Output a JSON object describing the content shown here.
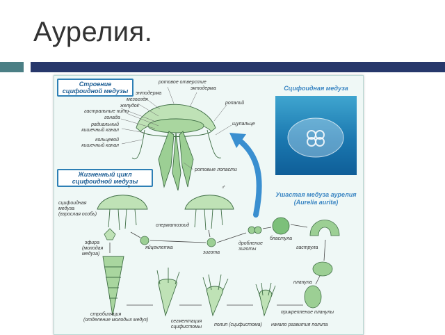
{
  "slide": {
    "title": "Аурелия."
  },
  "headers": {
    "structure": "Строение сцифоидной медузы",
    "life_cycle": "Жизненный цикл сцифоидной медузы"
  },
  "photo": {
    "title": "Сцифоидная медуза",
    "caption_1": "Ушастая медуза аурелия",
    "caption_2": "(Aurelia aurita)"
  },
  "structure_labels": {
    "mouth": "ротовое отверстие",
    "ectoderm_top": "эктодерма",
    "endoderm": "энтодерма",
    "mesoglea": "мезоглея",
    "stomach": "желудок",
    "gastric_filaments": "гастральные нити",
    "gonad": "гонада",
    "radial_canal_1": "радиальный",
    "radial_canal_2": "кишечный канал",
    "ring_canal_1": "кольцевой",
    "ring_canal_2": "кишечный канал",
    "ropalium": "ропалий",
    "tentacles": "щупальце",
    "oral_lobes": "ротовые лопасти"
  },
  "cycle_labels": {
    "adult_1": "сцифоидная",
    "adult_2": "медуза",
    "adult_3": "(взрослая особь)",
    "female": "♀",
    "male": "♂",
    "sperm": "сперматозоид",
    "egg": "яйцеклетка",
    "zygote": "зигота",
    "cleavage_1": "дробление",
    "cleavage_2": "зиготы",
    "blastula": "бластула",
    "gastrula": "гаструла",
    "planula": "планула",
    "ephyra_1": "эфира",
    "ephyra_2": "(молодая",
    "ephyra_3": "медуза)",
    "attachment": "прикрепление планулы",
    "polyp_start": "начало развития полипа",
    "polyp": "полип (сцифистома)",
    "segmentation_1": "сегментация",
    "segmentation_2": "сцифистомы",
    "strobilation_1": "стробиляция",
    "strobilation_2": "(отделение молодых медуз)"
  },
  "colors": {
    "accent_teal": "#4b7f85",
    "accent_navy": "#27386b",
    "header_blue": "#2d7fb5",
    "organism_green": "#9ccf94",
    "arrow_blue": "#3a8fd0"
  }
}
